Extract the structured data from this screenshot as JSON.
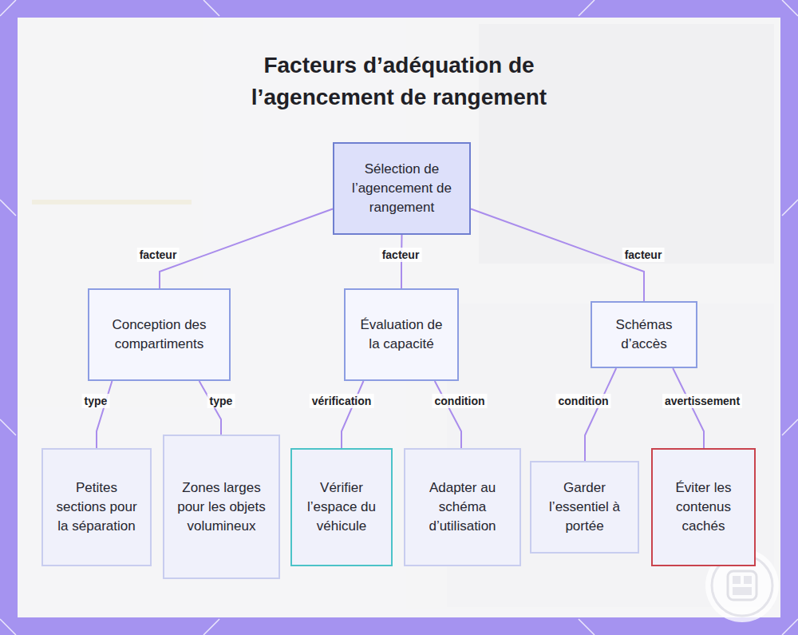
{
  "diagram": {
    "title": "Facteurs d’adéquation de l’agencement de rangement",
    "nodes": [
      {
        "text": [
          "Sélection de l’agencement de rangement"
        ]
      },
      {
        "text": [
          "Conception des compartiments"
        ]
      },
      {
        "text": [
          "Évaluation de la capacité"
        ]
      },
      {
        "text": [
          "Schémas d’accès"
        ]
      },
      {
        "text": [
          "Petites sections pour la séparation"
        ]
      },
      {
        "text": [
          "Zones larges pour les objets volumineux"
        ]
      },
      {
        "text": [
          "Vérifier l’espace du véhicule"
        ]
      },
      {
        "text": [
          "Adapter au schéma d’utilisation"
        ]
      },
      {
        "text": [
          "Garder l’essentiel à portée"
        ]
      },
      {
        "text": [
          "Éviter les contenus cachés"
        ]
      }
    ],
    "edges": [
      {
        "from": 0,
        "to": 1,
        "label": "facteur",
        "arrow": "none"
      },
      {
        "from": 0,
        "to": 2,
        "label": "facteur",
        "arrow": "none"
      },
      {
        "from": 0,
        "to": 3,
        "label": "facteur",
        "arrow": "none"
      },
      {
        "from": 1,
        "to": 4,
        "label": "type",
        "arrow": "none"
      },
      {
        "from": 1,
        "to": 5,
        "label": "type",
        "arrow": "none"
      },
      {
        "from": 2,
        "to": 6,
        "label": "vérification",
        "arrow": "none"
      },
      {
        "from": 2,
        "to": 7,
        "label": "condition",
        "arrow": "none"
      },
      {
        "from": 3,
        "to": 8,
        "label": "condition",
        "arrow": "none"
      },
      {
        "from": 3,
        "to": 9,
        "label": "avertissement",
        "arrow": "none"
      }
    ]
  }
}
